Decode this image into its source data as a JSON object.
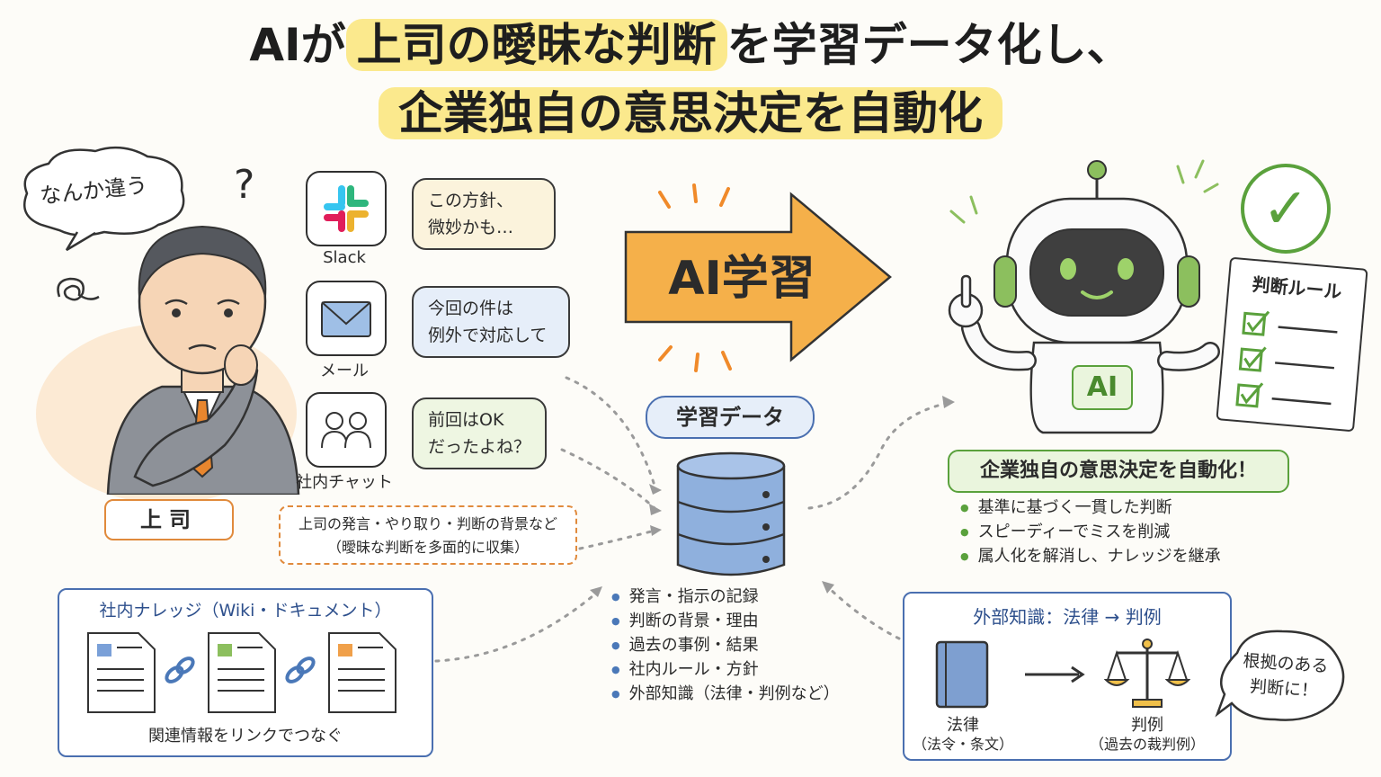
{
  "title": {
    "line1_prefix": "AIが",
    "line1_highlight": "上司の曖昧な判断",
    "line1_suffix": "を学習データ化し、",
    "line2": "企業独自の意思決定を自動化"
  },
  "boss": {
    "thought": "なんか違う",
    "question_mark": "?",
    "label": "上司"
  },
  "sources": [
    {
      "name": "Slack",
      "icon": "slack-icon",
      "message": [
        "この方針、",
        "微妙かも…"
      ]
    },
    {
      "name": "メール",
      "icon": "mail-icon",
      "message": [
        "今回の件は",
        "例外で対応して"
      ]
    },
    {
      "name": "社内チャット",
      "icon": "people-icon",
      "message": [
        "前回はOK",
        "だったよね？"
      ]
    }
  ],
  "collection_note": [
    "上司の発言・やり取り・判断の背景など",
    "（曖昧な判断を多面的に収集）"
  ],
  "arrow_label": "AI学習",
  "database": {
    "label": "学習データ",
    "items": [
      "発言・指示の記録",
      "判断の背景・理由",
      "過去の事例・結果",
      "社内ルール・方針",
      "外部知識（法律・判例など）"
    ]
  },
  "knowledge": {
    "title": "社内ナレッジ（Wiki・ドキュメント）",
    "caption": "関連情報をリンクでつなぐ",
    "doc_colors": [
      "#7aa0d8",
      "#8cbf5e",
      "#f0a04a"
    ]
  },
  "robot": {
    "badge": "AI",
    "clipboard_title": "判断ルール"
  },
  "result": {
    "title": "企業独自の意思決定を自動化！",
    "points": [
      "基準に基づく一貫した判断",
      "スピーディーでミスを削減",
      "属人化を解消し、ナレッジを継承"
    ]
  },
  "external": {
    "title": "外部知識：法律 → 判例",
    "law_label": "法律",
    "law_sub": "（法令・条文）",
    "case_label": "判例",
    "case_sub": "（過去の裁判例）",
    "bubble": [
      "根拠のある",
      "判断に！"
    ]
  },
  "colors": {
    "highlight": "#fbe98d",
    "arrow": "#f5b04a",
    "db": "#8fb0dd",
    "green": "#5aa13c",
    "blue": "#4a6fb0"
  }
}
